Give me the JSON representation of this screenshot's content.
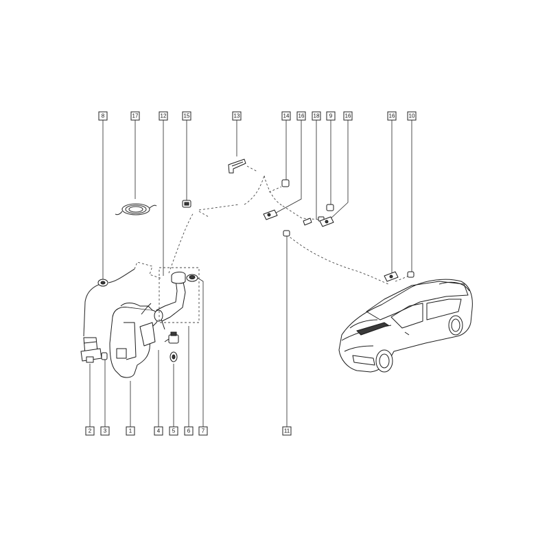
{
  "callouts": {
    "top": [
      "8",
      "17",
      "12",
      "15",
      "13",
      "14",
      "16",
      "18",
      "9",
      "16",
      "16",
      "10"
    ],
    "bottom": [
      "2",
      "3",
      "1",
      "4",
      "5",
      "6",
      "7",
      "11"
    ]
  }
}
